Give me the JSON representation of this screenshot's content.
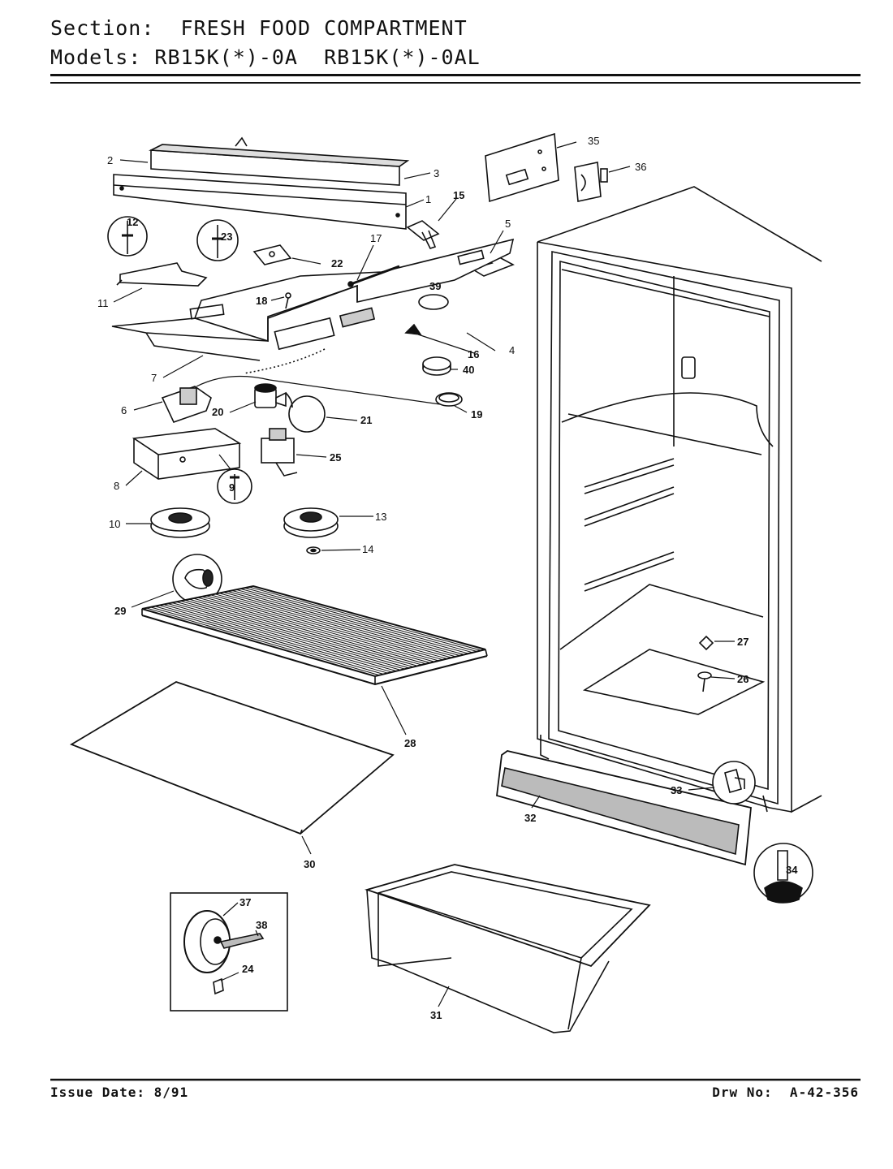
{
  "header": {
    "section_label": "Section:",
    "section_value": "FRESH FOOD COMPARTMENT",
    "models_label": "Models:",
    "models_value": "RB15K(*)-0A  RB15K(*)-0AL"
  },
  "parts": {
    "p1": "1",
    "p2": "2",
    "p3": "3",
    "p4": "4",
    "p5": "5",
    "p6": "6",
    "p7": "7",
    "p8": "8",
    "p9": "9",
    "p10": "10",
    "p11": "11",
    "p12": "12",
    "p13": "13",
    "p14": "14",
    "p15": "15",
    "p16": "16",
    "p17": "17",
    "p18": "18",
    "p19": "19",
    "p20": "20",
    "p21": "21",
    "p22": "22",
    "p23": "23",
    "p24": "24",
    "p25": "25",
    "p26": "26",
    "p27": "27",
    "p28": "28",
    "p29": "29",
    "p30": "30",
    "p31": "31",
    "p32": "32",
    "p33": "33",
    "p34": "34",
    "p35": "35",
    "p36": "36",
    "p37": "37",
    "p38": "38",
    "p39": "39",
    "p40": "40"
  },
  "footer": {
    "issue": "Issue Date: 8/91",
    "drawing": "Drw No:  A-42-356"
  }
}
